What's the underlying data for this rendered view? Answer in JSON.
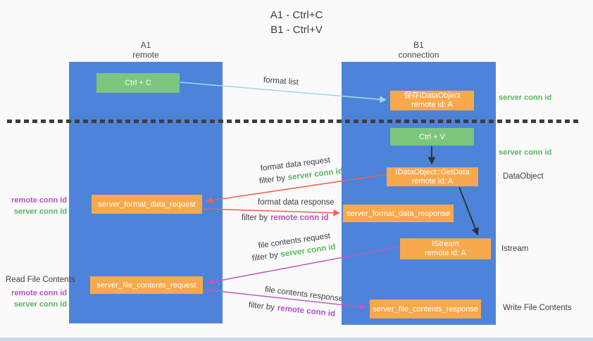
{
  "colors": {
    "lane_blue": "#4d84d9",
    "node_orange": "#f8a94c",
    "node_green": "#7cc67e",
    "arrow_light_blue": "#a9d4f2",
    "arrow_red": "#ee6156",
    "arrow_magenta": "#c457c4",
    "arrow_black": "#2f2f2f",
    "conn_id_green": "#58b75f",
    "conn_id_purple": "#b253c7",
    "background": "#fafafa"
  },
  "title": {
    "line1": "A1 - Ctrl+C",
    "line2": "B1 - Ctrl+V"
  },
  "lanes": {
    "a1": {
      "name": "A1",
      "subtitle": "remote"
    },
    "b1": {
      "name": "B1",
      "subtitle": "connection"
    }
  },
  "nodes": {
    "ctrl_c": {
      "label": "Ctrl + C"
    },
    "ctrl_v": {
      "label": "Ctrl + V"
    },
    "save_idataobject": {
      "line1": "保存IDataObject",
      "line2": "remote id: A"
    },
    "idataobject_getdata": {
      "line1": "IDataObject::GetData",
      "line2": "remote id: A"
    },
    "istream": {
      "line1": "IStream",
      "line2": "remote id: A"
    },
    "server_format_data_request": {
      "label": "server_format_data_request"
    },
    "server_format_data_response": {
      "label": "server_format_data_response"
    },
    "server_file_contents_request": {
      "label": "server_file_contents_request"
    },
    "server_file_contents_response": {
      "label": "server_file_contents_response"
    }
  },
  "edge_labels": {
    "format_list": "format list",
    "format_data_request": "format data request",
    "format_data_response": "format data response",
    "file_contents_request": "file contents request",
    "file_contents_response": "file contents response",
    "filter_by": "filter by",
    "server_conn_id": "server conn id",
    "remote_conn_id": "remote conn id"
  },
  "annotations": {
    "server_conn_id_top": "server conn id",
    "server_conn_id_mid": "server conn id",
    "dataobject": "DataObject",
    "istream": "Istream",
    "write_file_contents": "Write File Contents",
    "read_file_contents": "Read File Contents",
    "left_upper": {
      "remote": "remote conn id",
      "server": "server conn id"
    },
    "left_lower": {
      "remote": "remote conn id",
      "server": "server conn id"
    }
  }
}
